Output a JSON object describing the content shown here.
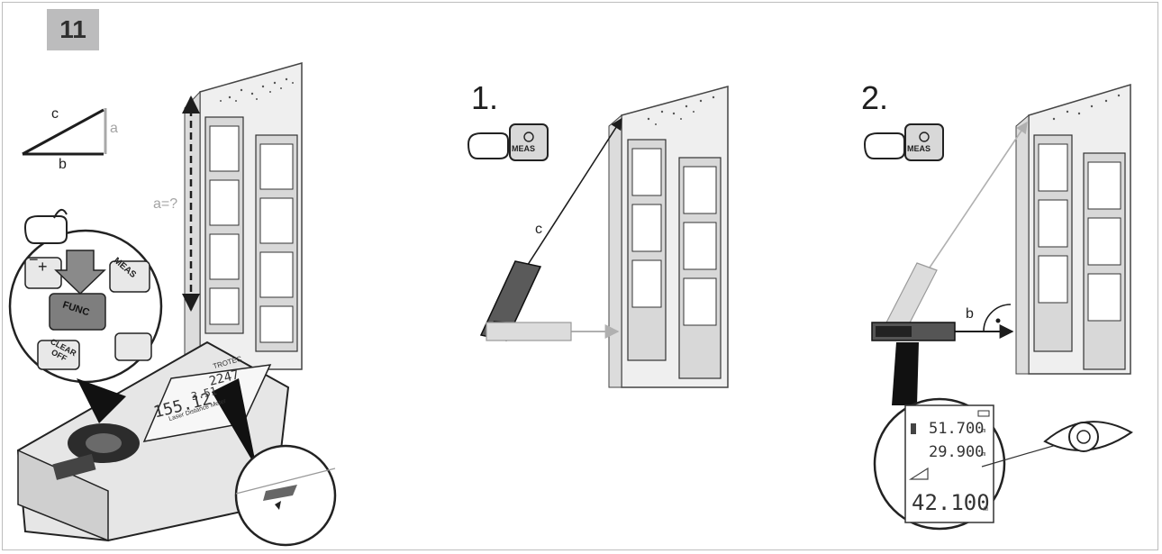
{
  "figure_number": "11",
  "steps": {
    "step1": "1.",
    "step2": "2."
  },
  "labels": {
    "a": "a",
    "b": "b",
    "c": "c",
    "a_question": "a=?",
    "c_step1": "c",
    "b_step2": "b"
  },
  "keys": {
    "meas": "MEAS",
    "func": "FUNC",
    "clear_off": "CLEAR OFF",
    "plus": "+",
    "minus": "−"
  },
  "device": {
    "brand": "TROTEC",
    "subtitle": "Laser Distance Meter",
    "screen_top": "2247",
    "screen_mid": "3.51",
    "screen_big": "155.12"
  },
  "display": {
    "line1": "51.700",
    "line2": "29.900",
    "result": "42.100",
    "unit": "m"
  },
  "colors": {
    "line_gray": "#a8a8a8",
    "dark": "#1d1d1d",
    "badge": "#bcbcbd"
  }
}
